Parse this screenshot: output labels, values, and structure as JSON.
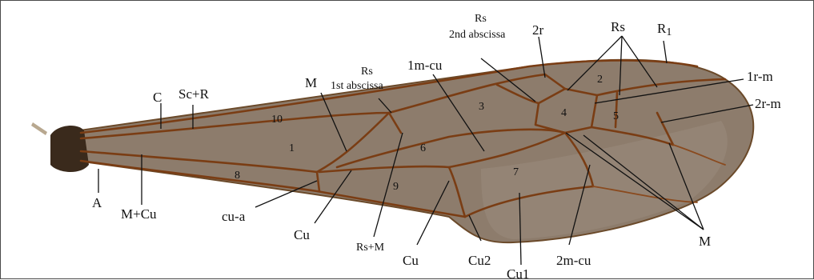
{
  "figure": {
    "colors": {
      "membrane": "#8d7c6c",
      "membrane_light": "#a3968a",
      "vein": "#7a3d14",
      "base": "#3a2a1c",
      "label": "#111111"
    },
    "vein_labels": {
      "C": "C",
      "ScR": "Sc+R",
      "A": "A",
      "MCu": "M+Cu",
      "cua": "cu-a",
      "Cu_left": "Cu",
      "M_left": "M",
      "Rs1_title": "Rs",
      "Rs1_sub": "1st abscissa",
      "RsM": "Rs+M",
      "m1cu": "1m-cu",
      "Cu_mid": "Cu",
      "Cu2": "Cu2",
      "Cu1": "Cu1",
      "m2cu": "2m-cu",
      "Rs2_title": "Rs",
      "Rs2_sub": "2nd abscissa",
      "r2": "2r",
      "Rs_right": "Rs",
      "R1": "R",
      "R1_sub": "1",
      "r1m": "1r-m",
      "r2m": "2r-m",
      "M_right": "M"
    },
    "cell_labels": {
      "c1": "1",
      "c2": "2",
      "c3": "3",
      "c4": "4",
      "c5": "5",
      "c6": "6",
      "c7": "7",
      "c8": "8",
      "c9": "9",
      "c10": "10"
    }
  }
}
